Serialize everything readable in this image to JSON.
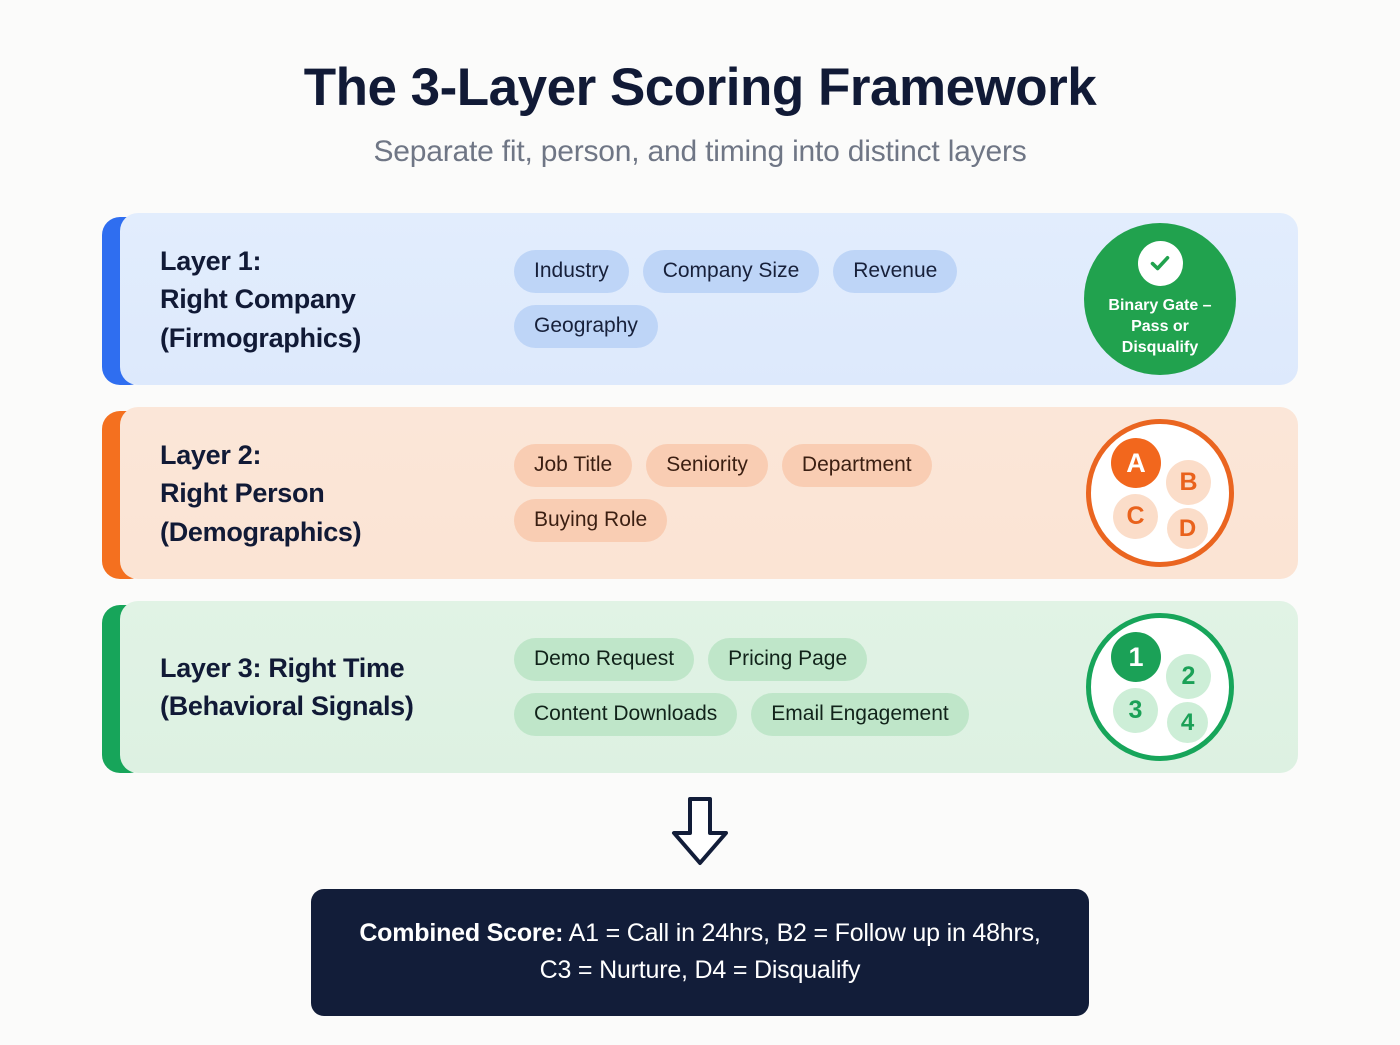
{
  "header": {
    "title": "The 3-Layer Scoring Framework",
    "subtitle": "Separate fit, person, and timing into distinct layers"
  },
  "layers": [
    {
      "id": "layer-1",
      "title": "Layer 1:\nRight Company\n(Firmographics)",
      "accent_color": "#2f6ef0",
      "card_color": "#e2edfd",
      "tags": [
        "Industry",
        "Company Size",
        "Revenue",
        "Geography"
      ],
      "badge": {
        "type": "gate",
        "icon": "check-icon",
        "text": "Binary Gate –\nPass or\nDisqualify",
        "color": "#21a24e"
      }
    },
    {
      "id": "layer-2",
      "title": "Layer 2:\nRight Person\n(Demographics)",
      "accent_color": "#f4701f",
      "card_color": "#fbe6d8",
      "tags": [
        "Job Title",
        "Seniority",
        "Department",
        "Buying Role"
      ],
      "badge": {
        "type": "ring",
        "ring_color": "#ea6520",
        "nodes": [
          "A",
          "B",
          "C",
          "D"
        ],
        "active_node": "A"
      }
    },
    {
      "id": "layer-3",
      "title": "Layer 3: Right Time\n(Behavioral Signals)",
      "accent_color": "#17a55a",
      "card_color": "#e1f3e5",
      "tags": [
        "Demo Request",
        "Pricing Page",
        "Content Downloads",
        "Email Engagement"
      ],
      "badge": {
        "type": "ring",
        "ring_color": "#17a55a",
        "nodes": [
          "1",
          "2",
          "3",
          "4"
        ],
        "active_node": "1"
      }
    }
  ],
  "arrow": {
    "icon": "arrow-down-icon",
    "stroke_color": "#121d39"
  },
  "combined_score": {
    "label": "Combined Score:",
    "line1": " A1 = Call in 24hrs, B2 = Follow up in 48hrs,",
    "line2": "C3 = Nurture, D4 = Disqualify",
    "background": "#121d39"
  }
}
